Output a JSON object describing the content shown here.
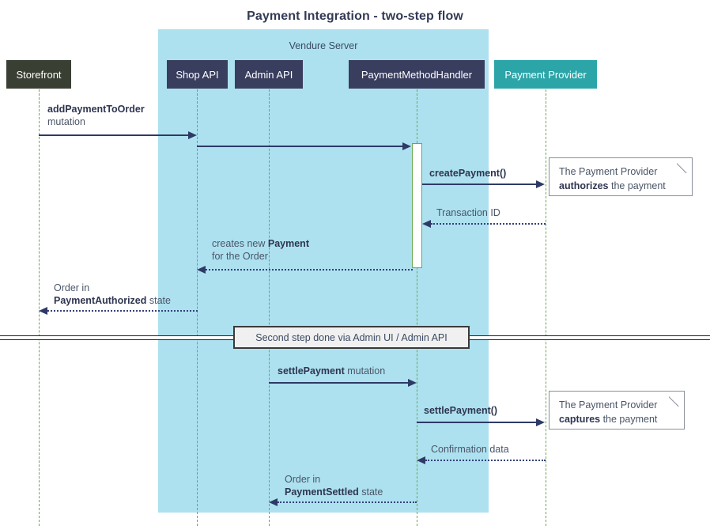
{
  "title": "Payment Integration - two-step flow",
  "group": {
    "label": "Vendure Server"
  },
  "participants": [
    {
      "name": "storefront",
      "label": "Storefront"
    },
    {
      "name": "shop-api",
      "label": "Shop API"
    },
    {
      "name": "admin-api",
      "label": "Admin API"
    },
    {
      "name": "payment-method-handler",
      "label": "PaymentMethodHandler"
    },
    {
      "name": "payment-provider",
      "label": "Payment Provider"
    }
  ],
  "messages": {
    "add_payment_to_order_bold": "addPaymentToOrder",
    "add_payment_to_order_rest": "mutation",
    "create_payment": "createPayment()",
    "transaction_id": "Transaction ID",
    "creates_new_payment_line1_pre": "creates new ",
    "creates_new_payment_line1_bold": "Payment",
    "creates_new_payment_line2": "for the Order",
    "order_authorized_line1": "Order in",
    "order_authorized_bold": "PaymentAuthorized",
    "order_authorized_rest": " state",
    "settle_payment_mutation_bold": "settlePayment",
    "settle_payment_mutation_rest": " mutation",
    "settle_payment_call": "settlePayment()",
    "confirmation_data": "Confirmation data",
    "order_settled_line1": "Order in",
    "order_settled_bold": "PaymentSettled",
    "order_settled_rest": " state"
  },
  "notes": {
    "authorize_line1": "The Payment Provider",
    "authorize_bold": "authorizes",
    "authorize_rest": " the payment",
    "capture_line1": "The Payment Provider",
    "capture_bold": "captures",
    "capture_rest": " the payment"
  },
  "divider": {
    "label": "Second step done via Admin UI / Admin API"
  },
  "colors": {
    "group_background": "#ade1ef",
    "participant_storefront": "#3a3f33",
    "participant_api": "#393d5e",
    "participant_provider": "#2ba5a8",
    "lifeline": "#6ba84f",
    "arrow": "#2e3a66",
    "title_text": "#333a56"
  }
}
